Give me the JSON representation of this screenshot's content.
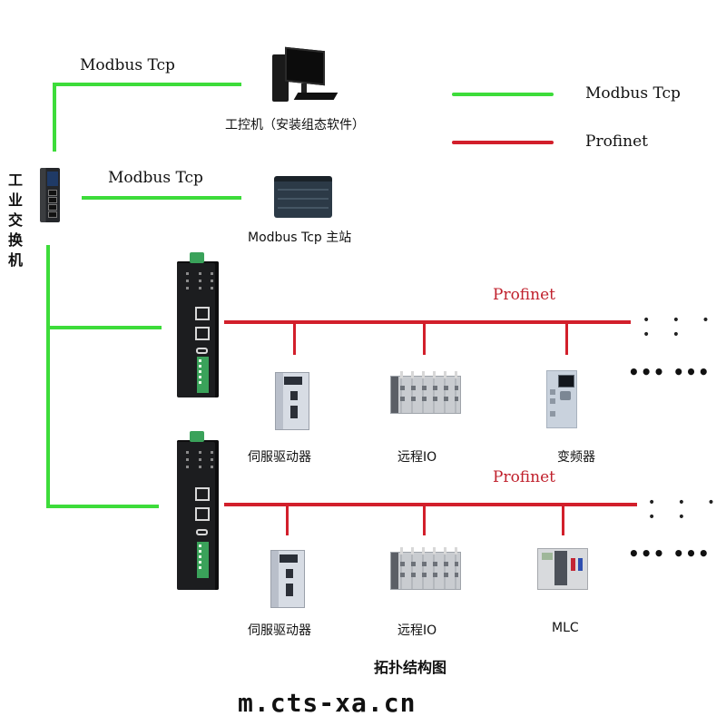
{
  "diagram": {
    "title": "拓扑结构图",
    "watermark": "m.cts-xa.cn",
    "colors": {
      "modbus": "#3ddc3a",
      "profinet": "#d21f2b",
      "profinet_text": "#c0202c"
    },
    "legend": [
      {
        "label": "Modbus Tcp",
        "color": "#3ddc3a"
      },
      {
        "label": "Profinet",
        "color": "#d21f2b"
      }
    ],
    "switch": {
      "label": "工业交换机",
      "chars": [
        "工",
        "业",
        "交",
        "换",
        "机"
      ],
      "icon": "industrial-switch-icon"
    },
    "top_links": [
      {
        "edge_label": "Modbus Tcp",
        "device_label": "工控机（安装组态软件）",
        "icon": "industrial-pc-icon"
      },
      {
        "edge_label": "Modbus Tcp",
        "device_label": "Modbus Tcp 主站",
        "icon": "plc-master-icon"
      }
    ],
    "profinet_segments": [
      {
        "bus_label": "Profinet",
        "gateway_icon": "gateway-icon",
        "continuation": "• • • • •",
        "more": "••• •••",
        "devices": [
          {
            "label": "伺服驱动器",
            "icon": "servo-drive-icon"
          },
          {
            "label": "远程IO",
            "icon": "remote-io-icon"
          },
          {
            "label": "变频器",
            "icon": "vfd-icon"
          }
        ]
      },
      {
        "bus_label": "Profinet",
        "gateway_icon": "gateway-icon",
        "continuation": "• • • • •",
        "more": "••• •••",
        "devices": [
          {
            "label": "伺服驱动器",
            "icon": "servo-drive-icon"
          },
          {
            "label": "远程IO",
            "icon": "remote-io-icon"
          },
          {
            "label": "MLC",
            "icon": "mlc-icon"
          }
        ]
      }
    ]
  }
}
